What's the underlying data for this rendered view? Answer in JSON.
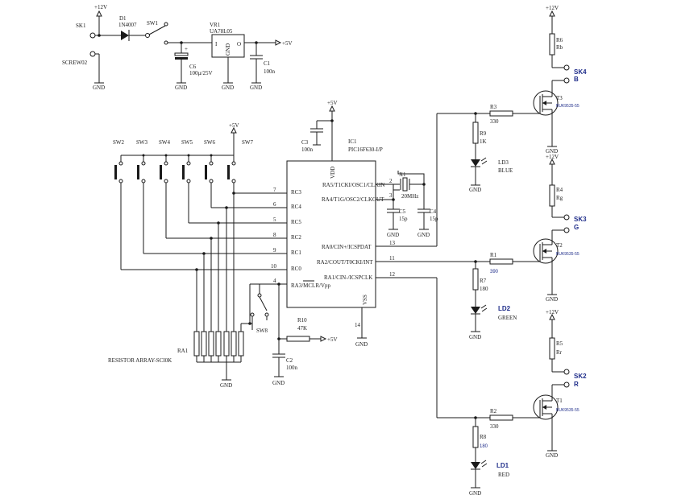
{
  "supply": {
    "plus12": "+12V",
    "plus5": "+5V",
    "gnd": "GND"
  },
  "power": {
    "sk1": "SK1",
    "screw": "SCREW02",
    "d1": "D1",
    "d1_value": "1N4007",
    "sw1": "SW1",
    "vr1": "VR1",
    "vr1_value": "UA78L05",
    "vr1_pin_i": "I",
    "vr1_pin_gnd": "GND",
    "vr1_pin_o": "O",
    "c6": "C6",
    "c6_value": "100µ/25V",
    "c6_plus": "+",
    "c1": "C1",
    "c1_value": "100n"
  },
  "mcu": {
    "c3": "C3",
    "c3_value": "100n",
    "ic1": "IC1",
    "ic1_value": "PIC16F630-I/P",
    "vdd": "VDD",
    "vss": "VSS",
    "pins_left": [
      {
        "num": "7",
        "name": "RC3"
      },
      {
        "num": "6",
        "name": "RC4"
      },
      {
        "num": "5",
        "name": "RC5"
      },
      {
        "num": "8",
        "name": "RC2"
      },
      {
        "num": "9",
        "name": "RC1"
      },
      {
        "num": "10",
        "name": "RC0"
      },
      {
        "num": "4",
        "name": "RA3/MCLR/Vpp"
      }
    ],
    "pins_right": [
      {
        "num": "2",
        "name": "RA5/T1CKI/OSC1/CLKIN"
      },
      {
        "num": "3",
        "name": "RA4/T1G/OSC2/CLKOUT"
      },
      {
        "num": "13",
        "name": "RA0/CIN+/ICSPDAT"
      },
      {
        "num": "11",
        "name": "RA2/COUT/T0CKI/INT"
      },
      {
        "num": "12",
        "name": "RA1/CIN-/ICSPCLK"
      }
    ],
    "pin14": "14",
    "x1": "X1",
    "x1_value": "20MHz",
    "c5": "C5",
    "c5_value": "15p",
    "c4": "C4",
    "c4_value": "15p",
    "r10": "R10",
    "r10_value": "47K",
    "c2": "C2",
    "c2_value": "100n",
    "sw8": "SW8"
  },
  "switches": [
    "SW2",
    "SW3",
    "SW4",
    "SW5",
    "SW6",
    "SW7"
  ],
  "resistor_array": {
    "ref": "RA1",
    "value": "RESISTOR ARRAY-SCI0K"
  },
  "channels": [
    {
      "gate_resistor": "R3",
      "gate_value": "330",
      "led_resistor": "R9",
      "led_value": "1K",
      "led": "LD3",
      "led_color": "BLUE",
      "fet": "T3",
      "fet_part": "BUK9535-55",
      "pullup": "R6",
      "pullup_value": "Rb",
      "socket": "SK4",
      "socket_color": "B"
    },
    {
      "gate_resistor": "R1",
      "gate_value": "390",
      "led_resistor": "R7",
      "led_value": "180",
      "led": "LD2",
      "led_color": "GREEN",
      "fet": "T2",
      "fet_part": "BUK9535-55",
      "pullup": "R4",
      "pullup_value": "Rg",
      "socket": "SK3",
      "socket_color": "G"
    },
    {
      "gate_resistor": "R2",
      "gate_value": "330",
      "led_resistor": "R8",
      "led_value": "180",
      "led": "LD1",
      "led_color": "RED",
      "fet": "T1",
      "fet_part": "BUK9535-55",
      "pullup": "R5",
      "pullup_value": "Rr",
      "socket": "SK2",
      "socket_color": "R"
    }
  ]
}
